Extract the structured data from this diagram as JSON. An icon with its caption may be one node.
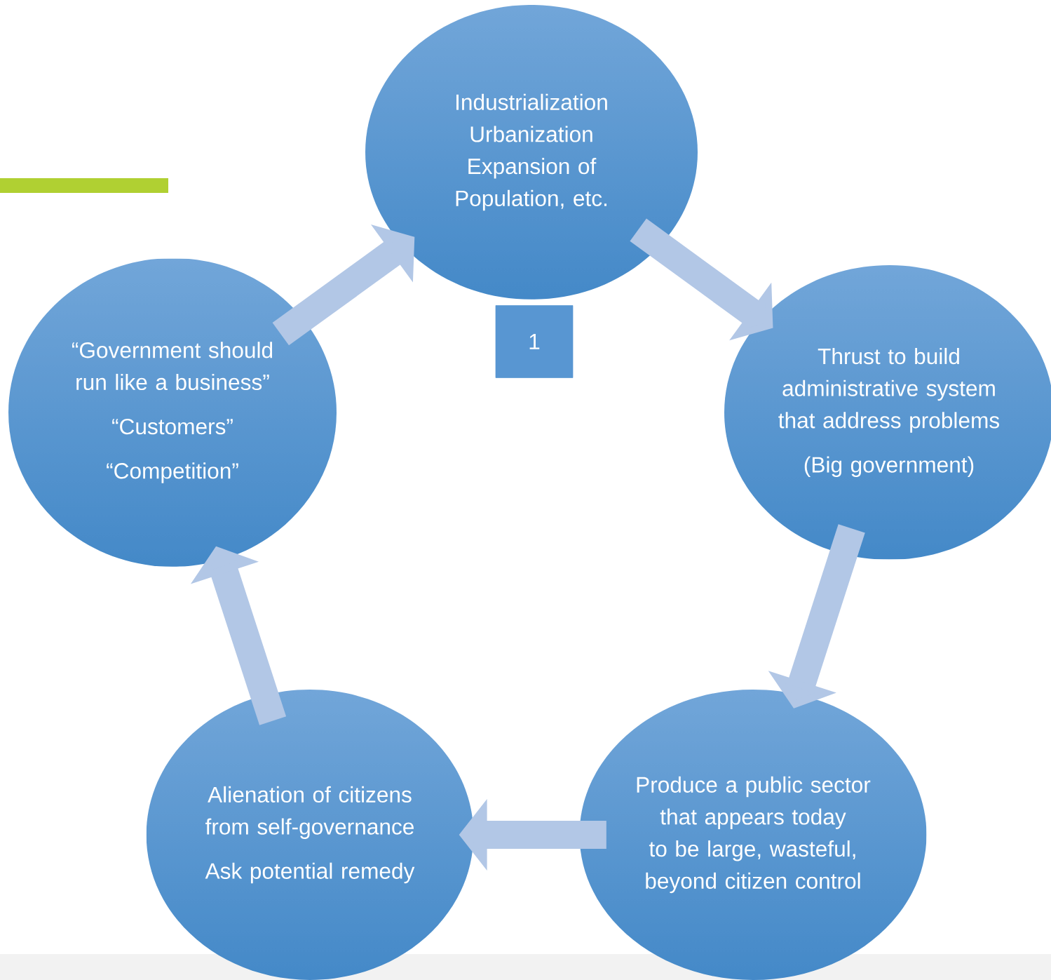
{
  "diagram": {
    "nodes": [
      {
        "text": [
          "Industrialization Urbanization Expansion of Population, etc."
        ]
      },
      {
        "text": [
          "Thrust to build administrative system that address problems",
          "(Big government)"
        ]
      },
      {
        "text": [
          "Produce a public sector that appears today to be large, wasteful, beyond citizen control"
        ]
      },
      {
        "text": [
          "Alienation of citizens from self-governance",
          "Ask potential remedy"
        ]
      },
      {
        "text": [
          "“Government should run like a business”",
          "“Customers”",
          "“Competition”"
        ]
      },
      {
        "text": [
          "1"
        ]
      }
    ],
    "edges": [
      {
        "from": 0,
        "to": 1,
        "arrow": "to"
      },
      {
        "from": 1,
        "to": 2,
        "arrow": "to"
      },
      {
        "from": 2,
        "to": 3,
        "arrow": "to"
      },
      {
        "from": 3,
        "to": 4,
        "arrow": "to"
      },
      {
        "from": 4,
        "to": 0,
        "arrow": "to"
      }
    ]
  }
}
